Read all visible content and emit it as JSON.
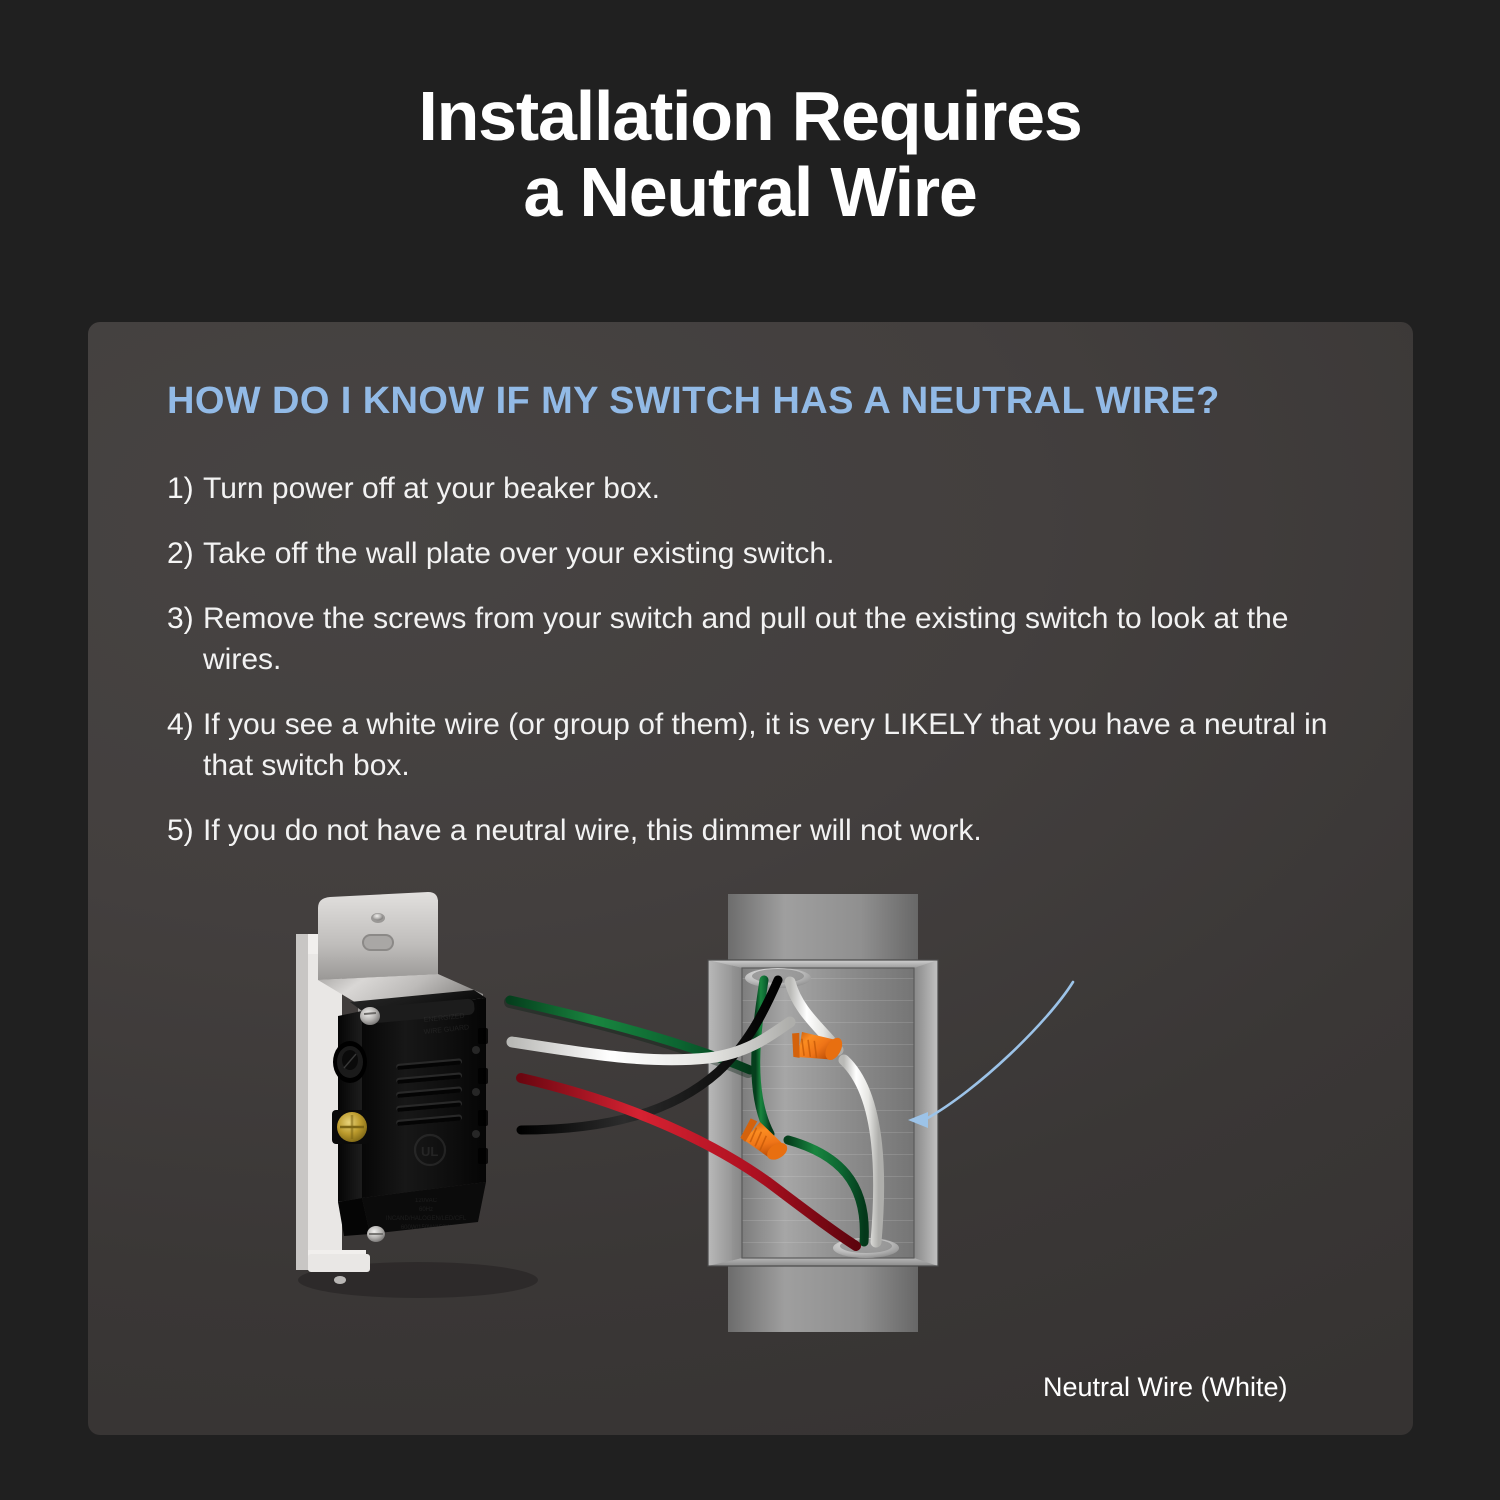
{
  "title": {
    "line1": "Installation Requires",
    "line2": "a Neutral Wire"
  },
  "panel": {
    "heading": "HOW DO I KNOW IF MY SWITCH HAS A NEUTRAL WIRE?",
    "heading_color": "#92bae6",
    "background_color": "#3f3c3b",
    "steps": [
      {
        "num": "1)",
        "text": "Turn power off at your beaker box."
      },
      {
        "num": "2)",
        "text": "Take off the wall plate over your existing switch."
      },
      {
        "num": "3)",
        "text": "Remove the screws from your switch and pull out the existing switch to look at the wires."
      },
      {
        "num": "4)",
        "text": "If you see a white wire (or group of them), it is very LIKELY that you have a neutral in that switch box."
      },
      {
        "num": "5)",
        "text": "If you do not have a neutral wire, this dimmer will not work."
      }
    ]
  },
  "illustration": {
    "callout_label": "Neutral Wire (White)",
    "callout_arrow_color": "#9cc3e8",
    "wire_colors": {
      "neutral_white": "#f2f2f0",
      "ground_green": "#0d6b32",
      "hot_black": "#121212",
      "traveler_red": "#bf1426"
    },
    "wire_nut_color": "#ef7f1f",
    "switch_body_color": "#0e0e0e",
    "bracket_color": "#c9c9c9",
    "box_color": "#9a9a9a"
  },
  "page": {
    "background_color": "#202020"
  }
}
